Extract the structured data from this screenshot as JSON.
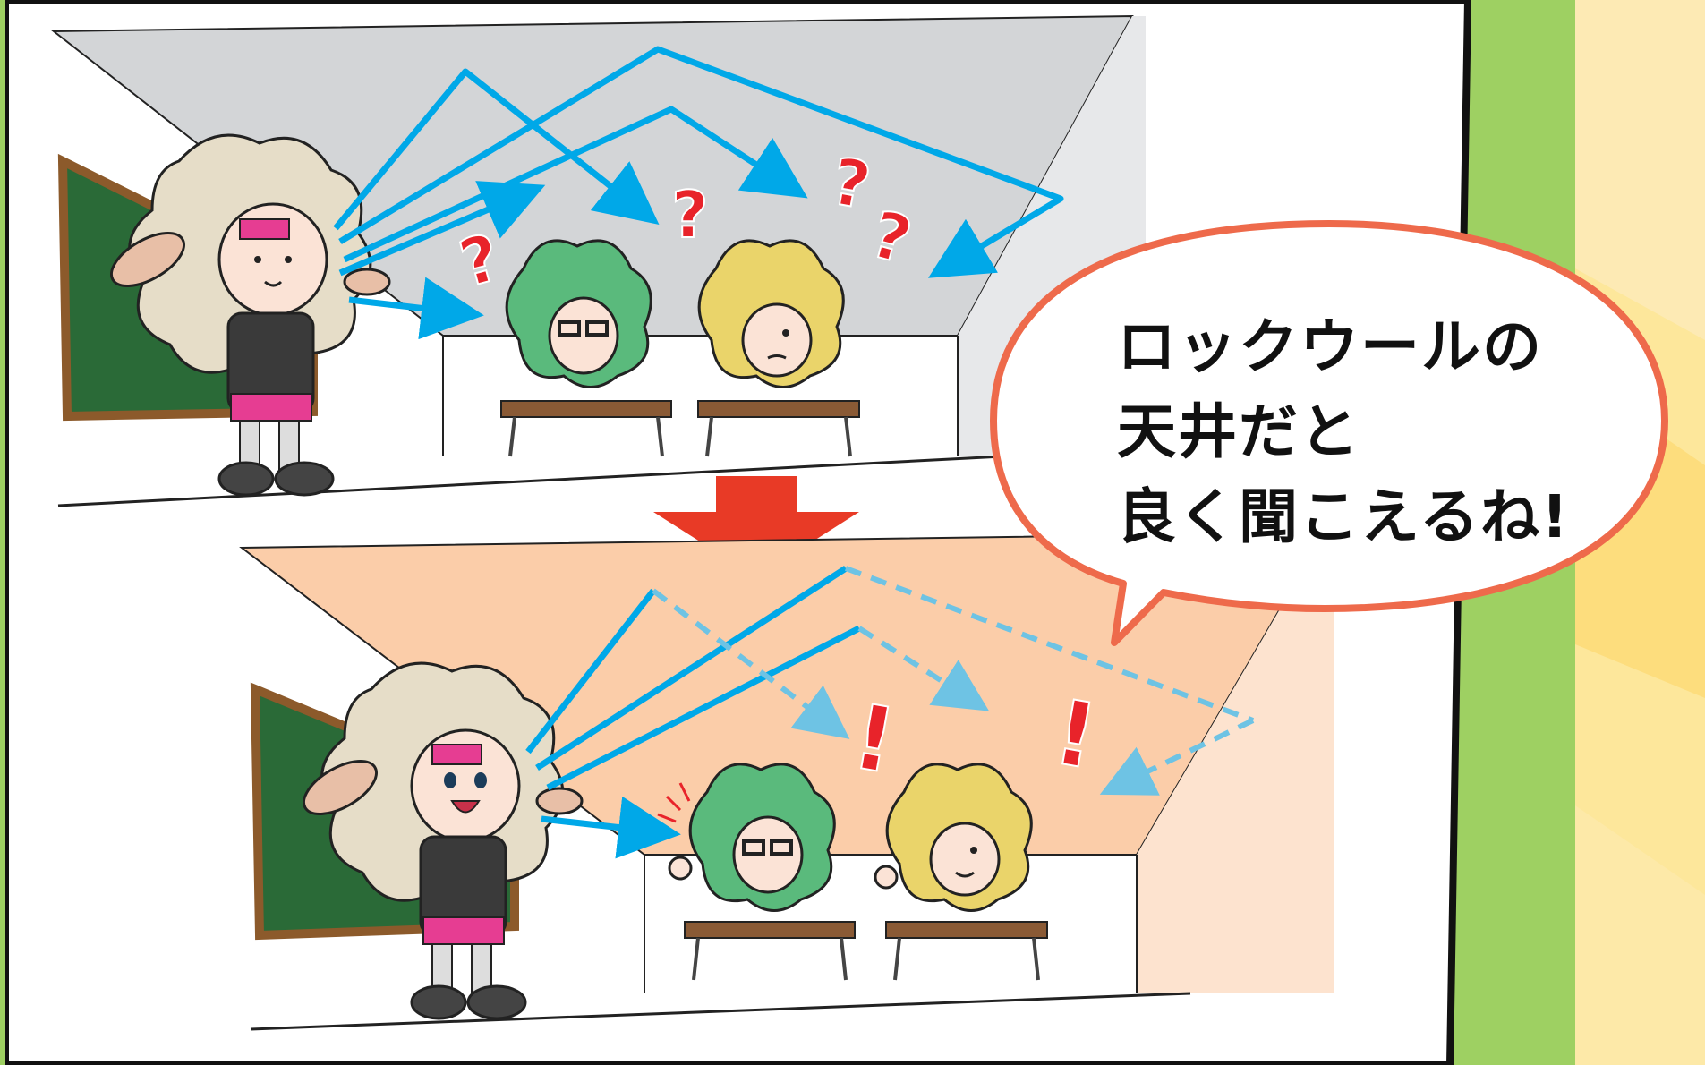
{
  "speech_bubble": {
    "lines": [
      "ロックウールの",
      "天井だと",
      "良く聞こえるね!"
    ]
  },
  "top_scene": {
    "marks": [
      "?",
      "?",
      "?",
      "?"
    ]
  },
  "bottom_scene": {
    "marks": [
      "!",
      "!"
    ]
  },
  "colors": {
    "background_green": "#9ed062",
    "panel_white": "#ffffff",
    "ceiling_gray": "#d3d5d7",
    "ceiling_peach": "#fbcda9",
    "arrow_blue": "#00a8e8",
    "arrow_dashed_blue": "#6ec3e4",
    "mark_red": "#e8232a",
    "down_arrow_red": "#e83a26",
    "bubble_border": "#ee6a4b",
    "chalkboard": "#2a6a37",
    "afro_green": "#5aba7c",
    "afro_yellow": "#ead46a",
    "sheep_wool": "#e6ddc8"
  }
}
